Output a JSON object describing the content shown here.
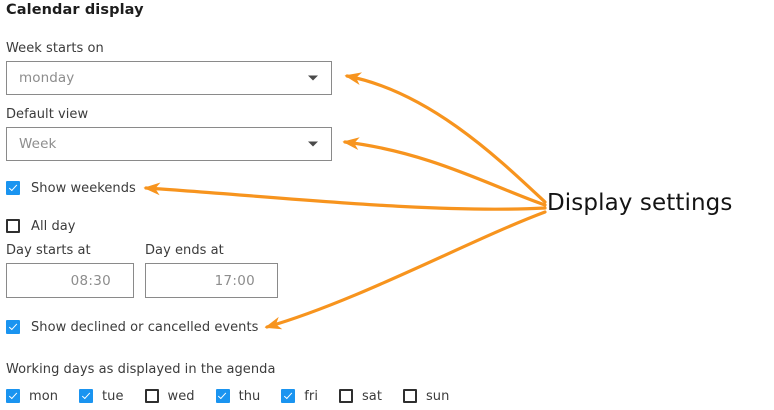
{
  "section": {
    "title": "Calendar display"
  },
  "fields": {
    "week_starts_on": {
      "label": "Week starts on",
      "value": "monday",
      "caret_icon": "chevron-down-icon"
    },
    "default_view": {
      "label": "Default view",
      "value": "Week",
      "caret_icon": "chevron-down-icon"
    }
  },
  "toggles": {
    "show_weekends": {
      "label": "Show weekends",
      "checked": true
    },
    "all_day": {
      "label": "All day",
      "checked": false
    },
    "show_declined": {
      "label": "Show declined or cancelled events",
      "checked": true
    }
  },
  "times": {
    "day_starts": {
      "label": "Day starts at",
      "value": "08:30"
    },
    "day_ends": {
      "label": "Day ends at",
      "value": "17:00"
    }
  },
  "working_days": {
    "label": "Working days as displayed in the agenda",
    "days": [
      {
        "label": "mon",
        "checked": true
      },
      {
        "label": "tue",
        "checked": true
      },
      {
        "label": "wed",
        "checked": false
      },
      {
        "label": "thu",
        "checked": true
      },
      {
        "label": "fri",
        "checked": true
      },
      {
        "label": "sat",
        "checked": false
      },
      {
        "label": "sun",
        "checked": false
      }
    ]
  },
  "annotation": {
    "label": "Display settings",
    "color": "#F7941E",
    "arrow_count": 4
  },
  "colors": {
    "accent_checkbox": "#1a94f0",
    "annotation_orange": "#F7941E",
    "border_gray": "#8a8a8a",
    "placeholder_gray": "#8d8d8d",
    "text_dark": "#2b2b2b"
  }
}
